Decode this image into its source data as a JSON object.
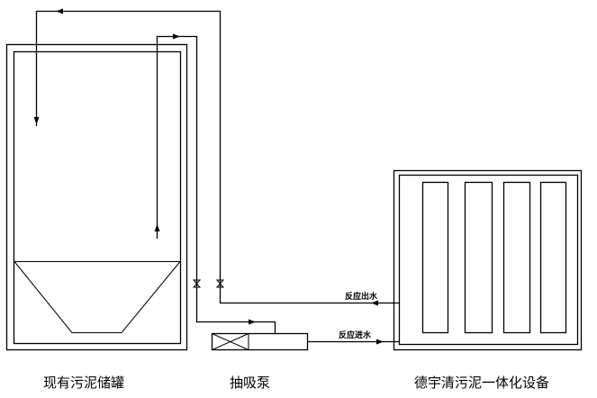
{
  "labels": {
    "tank": "现有污泥储罐",
    "pump": "抽吸泵",
    "equipment": "德宇清污泥一体化设备",
    "reaction_outlet": "反应出水",
    "reaction_inlet": "反应进水"
  },
  "colors": {
    "line": "#000000",
    "background": "#ffffff"
  }
}
